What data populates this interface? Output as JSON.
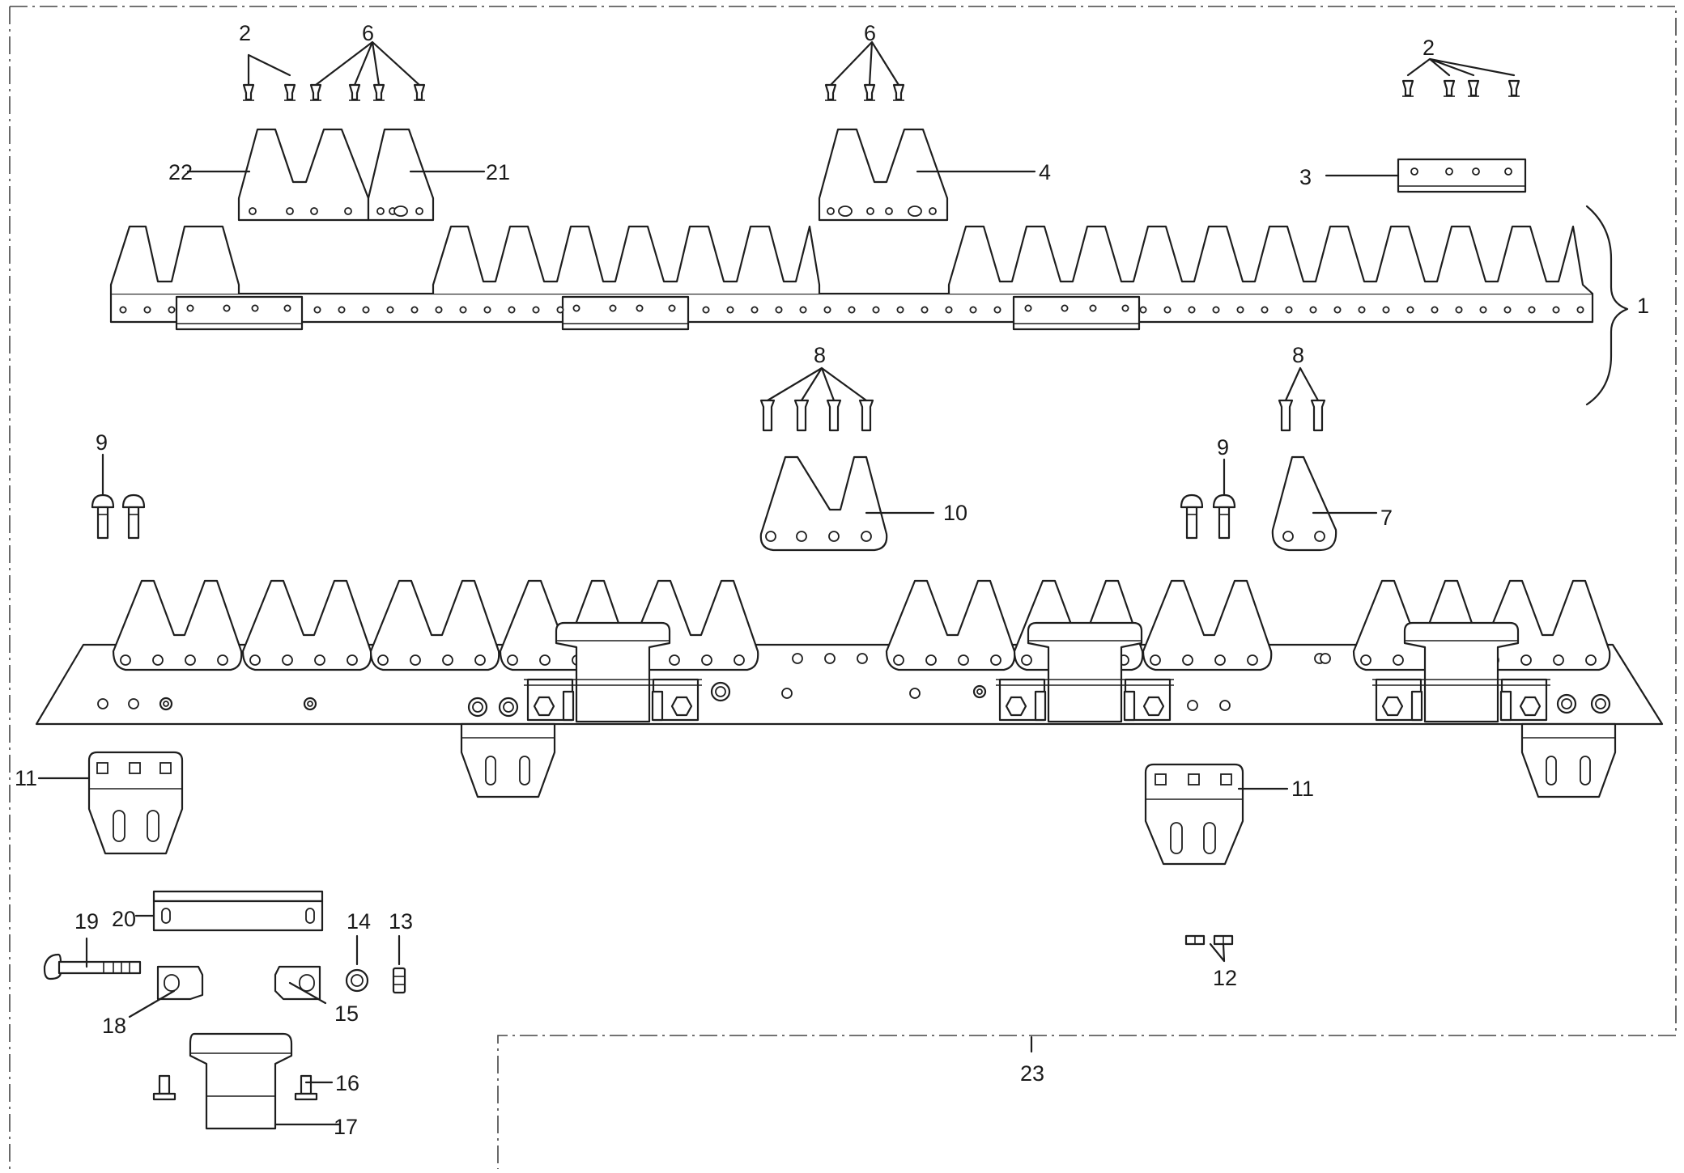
{
  "labels": {
    "p1": "1",
    "p2a": "2",
    "p2b": "2",
    "p3": "3",
    "p4": "4",
    "p6a": "6",
    "p6b": "6",
    "p7": "7",
    "p8a": "8",
    "p8b": "8",
    "p9a": "9",
    "p9b": "9",
    "p10": "10",
    "p11a": "11",
    "p11b": "11",
    "p12": "12",
    "p13": "13",
    "p14": "14",
    "p15": "15",
    "p16": "16",
    "p17": "17",
    "p18": "18",
    "p19": "19",
    "p20": "20",
    "p21": "21",
    "p22": "22",
    "p23": "23"
  }
}
